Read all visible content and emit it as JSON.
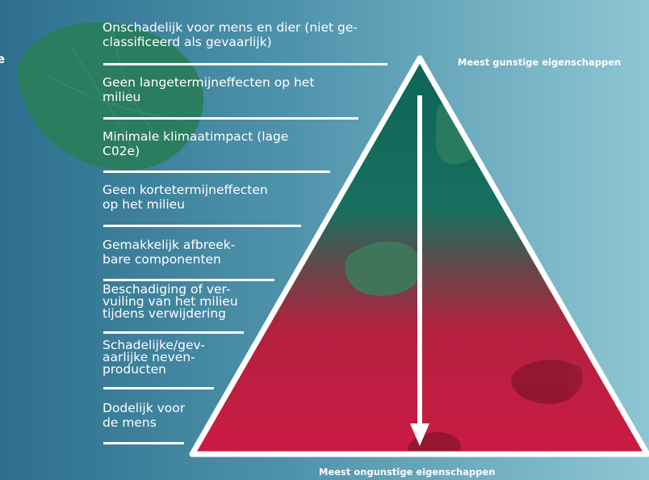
{
  "colors": {
    "background_left": "#2d6f8d",
    "background_right": "#8ec6d3",
    "pyramid_top": "#0f6a5a",
    "pyramid_bottom": "#c41a43",
    "leaf_green": "#2a7a5e",
    "leaf_red": "#8e1630"
  },
  "edge_text": "e",
  "pyramid": {
    "top_caption": "Meest gunstige eigenschappen",
    "bottom_caption": "Meest ongunstige eigenschappen",
    "arrow_icon": "down-arrow-icon"
  },
  "items": [
    {
      "lines": [
        "Onschadelijk voor mens en dier (niet ge-",
        "classificeerd als gevaarlijk)"
      ]
    },
    {
      "lines": [
        "Geen langetermijneffecten op het",
        "milieu"
      ]
    },
    {
      "lines": [
        "Minimale klimaatimpact (lage",
        "C02e)"
      ]
    },
    {
      "lines": [
        "Geen kortetermijneffecten",
        "op het milieu"
      ]
    },
    {
      "lines": [
        "Gemakkelijk afbreek-",
        "bare componenten"
      ]
    },
    {
      "lines": [
        "Beschadiging of ver-",
        "vuiling van het milieu",
        "tijdens verwijdering"
      ]
    },
    {
      "lines": [
        "Schadelijke/gev-",
        "aarlijke neven-",
        "producten"
      ]
    },
    {
      "lines": [
        "Dodelijk voor",
        "de mens"
      ]
    }
  ]
}
